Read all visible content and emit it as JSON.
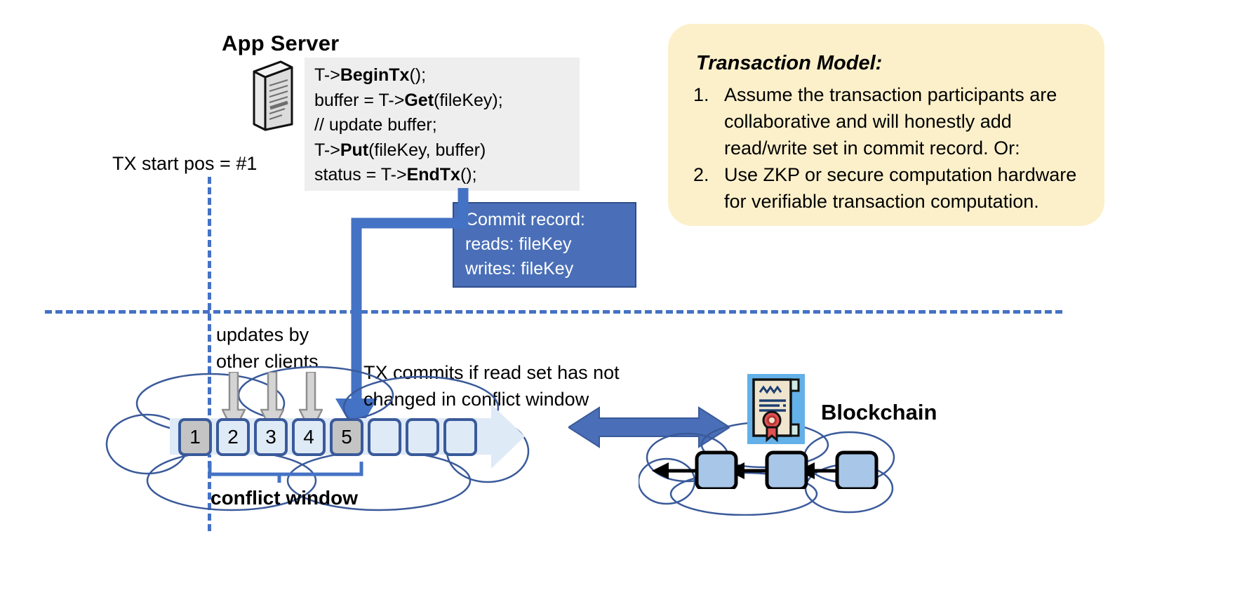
{
  "app_server": {
    "title": "App Server",
    "icon": "server-icon",
    "code_lines": [
      {
        "plain1": "T->",
        "bold": "BeginTx",
        "plain2": "();"
      },
      {
        "plain1": "buffer = T->",
        "bold": "Get",
        "plain2": "(fileKey);"
      },
      {
        "plain1": "// update buffer;",
        "bold": "",
        "plain2": ""
      },
      {
        "plain1": "T->",
        "bold": "Put",
        "plain2": "(fileKey, buffer)"
      },
      {
        "plain1": "status = T->",
        "bold": "EndTx",
        "plain2": "();"
      }
    ]
  },
  "tx_start": {
    "label": "TX start pos = #1"
  },
  "commit_record": {
    "lines": [
      "Commit record:",
      "reads: fileKey",
      "writes: fileKey"
    ],
    "color": "#4a6fb8"
  },
  "transaction_model": {
    "title": "Transaction Model:",
    "items": [
      {
        "num": "1.",
        "text": "Assume the transaction participants are collaborative and will honestly add read/write set in commit record.  Or:"
      },
      {
        "num": "2.",
        "text": "Use ZKP or secure computation hardware for verifiable transaction computation."
      }
    ],
    "background": "#fcf0cb"
  },
  "log": {
    "updates_label": [
      "updates by",
      "other clients"
    ],
    "tx_commits_label": [
      "TX commits if read set has not",
      "changed in conflict window"
    ],
    "boxes": [
      {
        "label": "1",
        "state": "gray"
      },
      {
        "label": "2",
        "state": "blue"
      },
      {
        "label": "3",
        "state": "blue"
      },
      {
        "label": "4",
        "state": "blue"
      },
      {
        "label": "5",
        "state": "gray"
      },
      {
        "label": "",
        "state": "blue"
      },
      {
        "label": "",
        "state": "blue"
      },
      {
        "label": "",
        "state": "blue"
      }
    ],
    "conflict_window_label": "conflict window",
    "box_border_color": "#3a5a9a",
    "box_fill_color": "#dfeaf7",
    "box_gray_color": "#c4c4c4"
  },
  "blockchain": {
    "title": "Blockchain",
    "cert_icon": "certificate-icon",
    "block_count": 3,
    "block_color": "#a8c6e8"
  },
  "colors": {
    "accent_blue": "#4472c4",
    "dark_blue": "#3a5a9a",
    "note_yellow": "#fcf0cb",
    "code_gray": "#eeeeee"
  }
}
